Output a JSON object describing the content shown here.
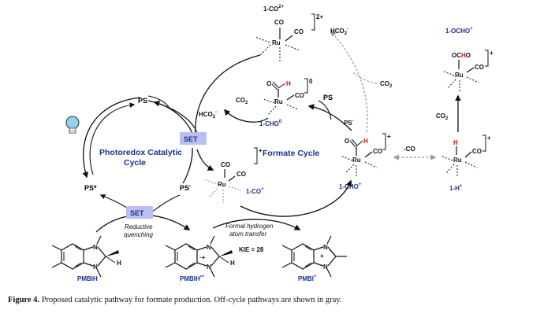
{
  "scheme": {
    "co2plus": "1-CO",
    "co2plus_sup": "2+",
    "co2plus_charge": "2+",
    "co": "CO",
    "ru": "Ru",
    "cho0": "1-CHO",
    "cho0_sup": "0",
    "cho0_charge": "0",
    "h_red": "H",
    "o": "O",
    "cho_plus": "1-CHO",
    "cho_plus_sup": "+",
    "charge_plus": "+",
    "co_plus": "1-CO",
    "co_plus_sup": "+",
    "h_plus": "1-H",
    "h_plus_sup": "+",
    "ocho_plus": "1-OCHO",
    "ocho_plus_sup": "+",
    "ocho_o": "OC",
    "ocho_h": "H",
    "ocho_o2": "O",
    "hco2": "HCO",
    "hco2_sub": "2",
    "hco2_sup": "-",
    "co2": "CO",
    "co2_sub": "2",
    "minus_co": "-CO",
    "ps": "PS",
    "ps_star": "PS*",
    "ps_minus": "PS",
    "ps_minus_sup": "-",
    "set": "SET",
    "photoredox_1": "Photoredox Catalytic",
    "photoredox_2": "Cycle",
    "formate_cycle": "Formate Cycle",
    "reductive_1": "Reductive",
    "reductive_2": "quenching",
    "formal_1": "Formal hydrogen",
    "formal_2": "atom transfer",
    "kie": "KIE = 28",
    "pmbih": "PMBIH",
    "pmbih_rad": "PMBIH",
    "pmbih_rad_sup": "•+",
    "pmbi": "PMBI",
    "pmbi_sup": "+",
    "n": "N",
    "h": "H",
    "colors": {
      "blue": "#1b2f8f",
      "red": "#d01010",
      "set_box": "#b9bff0",
      "gray": "#9a9a9a",
      "bulb": "#8fd3ef"
    },
    "icons": [
      "lightbulb-icon"
    ]
  },
  "caption": {
    "label": "Figure 4.",
    "text": " Proposed catalytic pathway for formate production. Off-cycle pathways are shown in gray."
  }
}
